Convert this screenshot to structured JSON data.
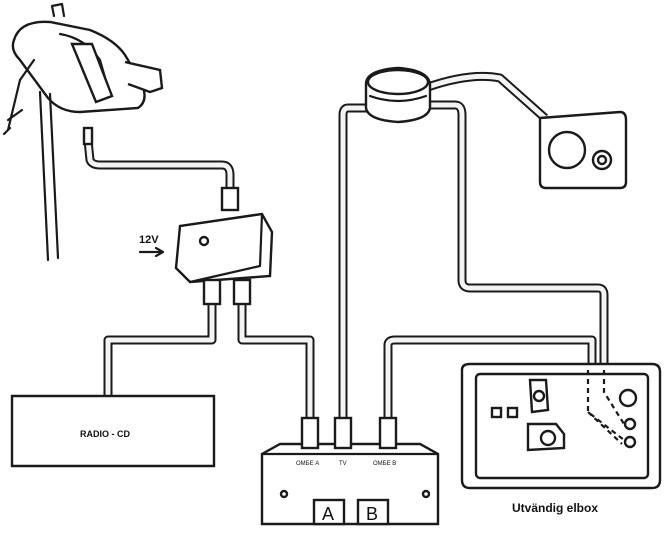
{
  "labels": {
    "power": "12V",
    "radio": "RADIO - CD",
    "port_left": "ОМБЕ А",
    "port_mid": "TV",
    "port_right": "ОМБЕ В",
    "switch_a": "A",
    "switch_b": "B",
    "elbox": "Utvändig elbox"
  }
}
